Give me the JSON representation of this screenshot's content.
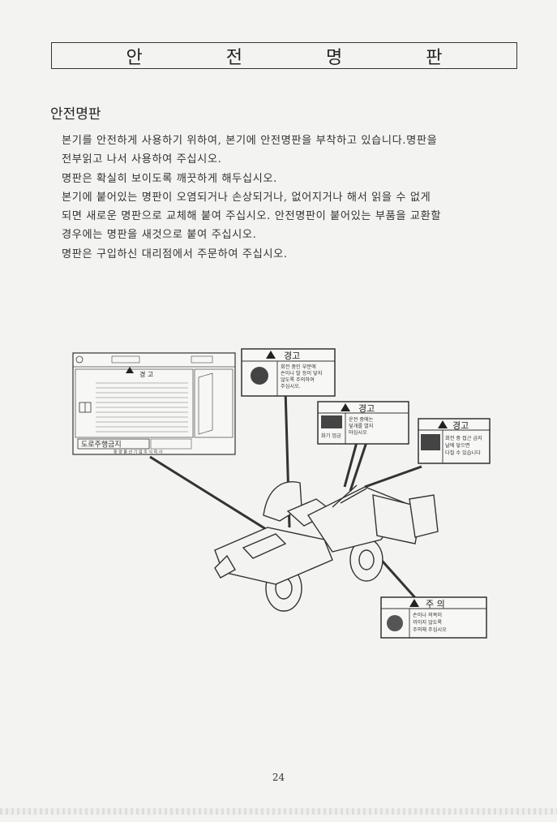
{
  "header": {
    "title": "안 전 명 판"
  },
  "section": {
    "heading": "안전명판"
  },
  "paragraphs": [
    "본기를 안전하게 사용하기 위하여, 본기에 안전명판을 부착하고 있습니다.명판을",
    "전부읽고 나서 사용하여 주십시오.",
    "명판은 확실히 보이도록 깨끗하게 해두십시오.",
    "본기에 붙어있는 명판이 오염되거나 손상되거나, 없어지거나 해서 읽을 수 없게",
    "되면 새로운 명판으로 교체해 붙여 주십시오. 안전명판이 붙어있는 부품을 교환할",
    "경우에는 명판을 새것으로 붙여 주십시오.",
    "명판은 구입하신 대리점에서 주문하여 주십시오."
  ],
  "labels": {
    "panel": {
      "title": "경 고",
      "sign": "도로주행금지",
      "footer": "동 양 물 산 기 업 주 식 회 사"
    },
    "warning1": {
      "title": "경고",
      "lines": [
        "회전 중인 부분에",
        "손이나 발 등이 닿지",
        "않도록 주의하여",
        "주십시오."
      ]
    },
    "warning2": {
      "title": "경고",
      "lines": [
        "운전 중에는",
        "덮개를 열지",
        "마십시오",
        "화기 엄금"
      ]
    },
    "warning3": {
      "title": "경고",
      "lines": [
        "회전 중 접근 금지",
        "날에 닿으면",
        "다칠 수 있습니다"
      ]
    },
    "caution": {
      "title": "주 의",
      "lines": [
        "손이나 의복이",
        "끼이지 않도록",
        "주의해 주십시오"
      ]
    }
  },
  "footer": {
    "page_number": "24"
  },
  "colors": {
    "ink": "#2a2a2a",
    "paper": "#f3f3f1"
  }
}
